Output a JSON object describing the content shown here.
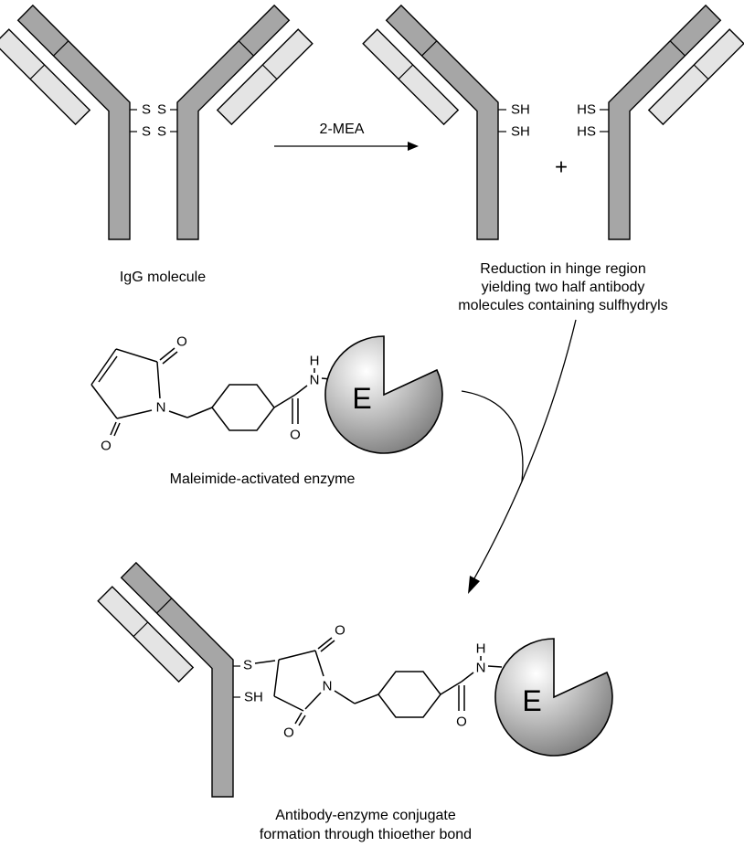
{
  "colors": {
    "heavy_chain": "#a6a6a6",
    "light_chain": "#e4e4e4",
    "outline": "#000000",
    "enzyme_gradient_light": "#ffffff",
    "enzyme_gradient_mid": "#b8b8b8",
    "enzyme_gradient_dark": "#6e6e6e"
  },
  "igg": {
    "label": "IgG molecule",
    "disulfide_top": {
      "left_s": "S",
      "right_s": "S"
    },
    "disulfide_bottom": {
      "left_s": "S",
      "right_s": "S"
    }
  },
  "reaction": {
    "arrow_label": "2-MEA"
  },
  "reduced": {
    "left_half": {
      "sh_top": "SH",
      "sh_bottom": "SH"
    },
    "right_half": {
      "hs_top": "HS",
      "hs_bottom": "HS"
    },
    "plus": "+",
    "caption_lines": [
      "Reduction in hinge region",
      "yielding two half antibody",
      "molecules containing sulfhydryls"
    ]
  },
  "maleimide": {
    "o_top": "O",
    "o_bottom": "O",
    "n_ring": "N",
    "amide_h": "H",
    "amide_n": "N",
    "amide_o": "O",
    "enzyme_letter": "E",
    "label": "Maleimide-activated enzyme"
  },
  "conjugate": {
    "s_label": "S",
    "sh_label": "SH",
    "o_top": "O",
    "o_bottom": "O",
    "n_ring": "N",
    "amide_h": "H",
    "amide_n": "N",
    "amide_o": "O",
    "enzyme_letter": "E",
    "caption_lines": [
      "Antibody-enzyme conjugate",
      "formation through thioether bond"
    ]
  }
}
